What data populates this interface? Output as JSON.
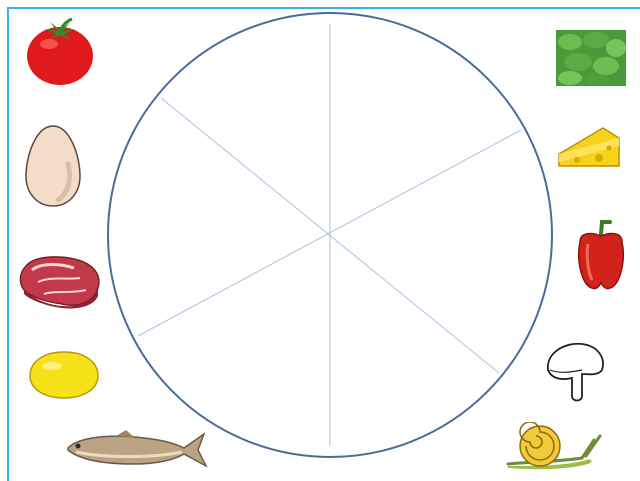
{
  "activity": {
    "wheel": {
      "segments": 6,
      "rim_color": "#4a6c9b",
      "spoke_color": "#a9c2e0"
    },
    "frame_color": "#3bb3e4",
    "foods": [
      {
        "id": "tomato",
        "icon": "tomato-icon"
      },
      {
        "id": "egg",
        "icon": "egg-icon"
      },
      {
        "id": "meat",
        "icon": "steak-icon"
      },
      {
        "id": "lemon",
        "icon": "lemon-icon"
      },
      {
        "id": "fish",
        "icon": "fish-icon"
      },
      {
        "id": "spinach",
        "icon": "spinach-icon"
      },
      {
        "id": "cheese",
        "icon": "cheese-icon"
      },
      {
        "id": "pepper",
        "icon": "bell-pepper-icon"
      },
      {
        "id": "mushroom",
        "icon": "mushroom-icon"
      },
      {
        "id": "snail",
        "icon": "snail-icon"
      }
    ]
  }
}
